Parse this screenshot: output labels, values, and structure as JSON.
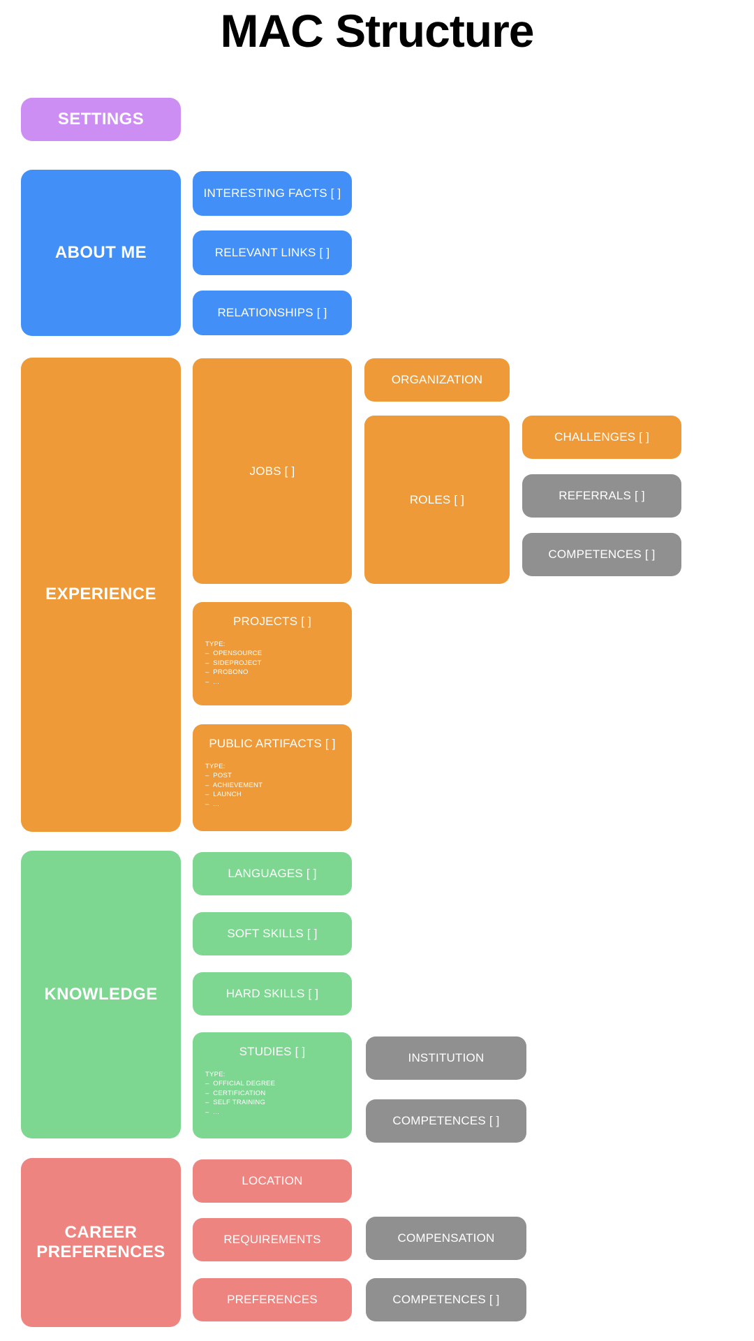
{
  "title": "MAC Structure",
  "palette": {
    "purple": "#cc8ef2",
    "blue": "#4290f7",
    "orange": "#ee9a38",
    "green": "#7dd791",
    "salmon": "#ee8480",
    "gray": "#909090",
    "background": "#ffffff",
    "text_on_node": "#ffffff",
    "title_color": "#000000"
  },
  "sections": {
    "settings": {
      "label": "SETTINGS"
    },
    "about_me": {
      "label": "ABOUT ME",
      "children": [
        {
          "label": "INTERESTING FACTS [ ]"
        },
        {
          "label": "RELEVANT LINKS [ ]"
        },
        {
          "label": "RELATIONSHIPS [ ]"
        }
      ]
    },
    "experience": {
      "label": "EXPERIENCE",
      "jobs": {
        "label": "JOBS [ ]"
      },
      "organization": {
        "label": "ORGANIZATION"
      },
      "roles": {
        "label": "ROLES [ ]"
      },
      "challenges": {
        "label": "CHALLENGES [ ]"
      },
      "referrals": {
        "label": "REFERRALS [ ]"
      },
      "competences": {
        "label": "COMPETENCES [ ]"
      },
      "projects": {
        "label": "PROJECTS [ ]",
        "type_head": "TYPE:",
        "types": [
          "–  OPENSOURCE",
          "–  SIDEPROJECT",
          "–  PROBONO",
          "–  ..."
        ]
      },
      "public_artifacts": {
        "label": "PUBLIC ARTIFACTS [ ]",
        "type_head": "TYPE:",
        "types": [
          "–  POST",
          "–  ACHIEVEMENT",
          "–  LAUNCH",
          "–  ..."
        ]
      }
    },
    "knowledge": {
      "label": "KNOWLEDGE",
      "languages": {
        "label": "LANGUAGES [ ]"
      },
      "soft_skills": {
        "label": "SOFT SKILLS [ ]"
      },
      "hard_skills": {
        "label": "HARD SKILLS [ ]"
      },
      "studies": {
        "label": "STUDIES [ ]",
        "type_head": "TYPE:",
        "types": [
          "–  OFFICIAL DEGREE",
          "–  CERTIFICATION",
          "–  SELF TRAINING",
          "–  ..."
        ]
      },
      "institution": {
        "label": "INSTITUTION"
      },
      "competences": {
        "label": "COMPETENCES [ ]"
      }
    },
    "career_preferences": {
      "label": "CAREER\nPREFERENCES",
      "label_line1": "CAREER",
      "label_line2": "PREFERENCES",
      "location": {
        "label": "LOCATION"
      },
      "requirements": {
        "label": "REQUIREMENTS"
      },
      "preferences": {
        "label": "PREFERENCES"
      },
      "compensation": {
        "label": "COMPENSATION"
      },
      "competences": {
        "label": "COMPETENCES [ ]"
      }
    }
  }
}
